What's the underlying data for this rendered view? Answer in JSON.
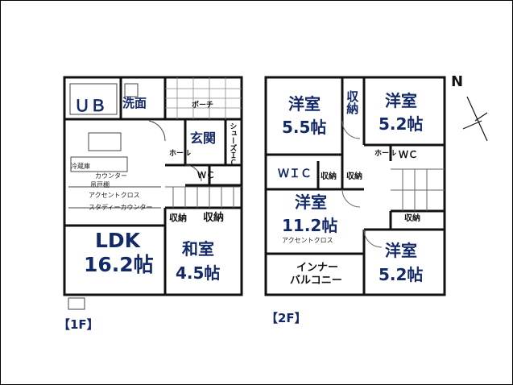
{
  "compass": {
    "north": "N"
  },
  "floor1": {
    "label": "【1F】",
    "ub": "ＵＢ",
    "senmen": "洗面",
    "porch": "ポーチ",
    "genkan": "玄関",
    "shoes": "シューズＩＣ",
    "hall": "ホール",
    "wc": "ＷＣ",
    "kitchen_note1": "カウンター",
    "kitchen_note2": "吊戸棚",
    "kitchen_note3": "冷蔵庫",
    "accent_cross": "アクセントクロス",
    "study_counter": "スタディーカウンター",
    "storage1": "収納",
    "storage2": "収納",
    "ldk_name": "LDK",
    "ldk_size": "16.2帖",
    "washitsu_name": "和室",
    "washitsu_size": "4.5帖"
  },
  "floor2": {
    "label": "【2F】",
    "room_a_name": "洋室",
    "room_a_size": "5.5帖",
    "room_b_name": "洋室",
    "room_b_size": "5.2帖",
    "closet_top": "収納",
    "hall": "ホール",
    "wc": "ＷＣ",
    "wic": "ＷＩＣ",
    "storage1": "収納",
    "storage2": "収納",
    "storage3": "収納",
    "room_c_name": "洋室",
    "room_c_size": "11.2帖",
    "accent_cross": "アクセントクロス",
    "room_d_name": "洋室",
    "room_d_size": "5.2帖",
    "balcony1": "インナー",
    "balcony2": "バルコニー"
  }
}
